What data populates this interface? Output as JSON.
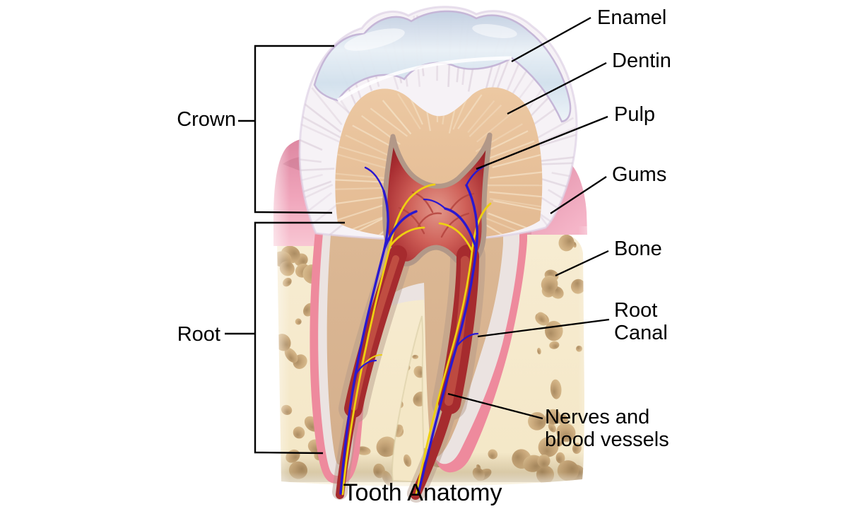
{
  "title": "Tooth Anatomy",
  "labels": {
    "enamel": "Enamel",
    "dentin": "Dentin",
    "pulp": "Pulp",
    "gums": "Gums",
    "bone": "Bone",
    "root_canal": [
      "Root",
      "Canal"
    ],
    "nerves": [
      "Nerves and",
      "blood vessels"
    ],
    "crown": "Crown",
    "root": "Root"
  },
  "colors": {
    "line_black": "#000000",
    "enamel_face": "#f6f2f6",
    "enamel_stria": "#d5c6d4",
    "cap_blue_dark": "#c2cfe2",
    "cap_blue_light": "#e9f0f6",
    "dentin_crown": "#ecc8a2",
    "dentin_root": "#d4af8d",
    "pulp_dark": "#8e1c23",
    "pulp_light": "#e2988b",
    "canal_red": "#a62b2e",
    "canal_highlight": "#c85948",
    "nerve_blue": "#2a18d0",
    "vessel_yellow": "#eed011",
    "gum_deep": "#dd87a1",
    "gum_light": "#f8c6d3",
    "bone_cream": "#f4e7c6",
    "bone_hole": "#c3a273",
    "ligament_pink": "#ee8a9d",
    "cementum_white": "#ebe3e1",
    "taupe_outline": "#b29888"
  }
}
